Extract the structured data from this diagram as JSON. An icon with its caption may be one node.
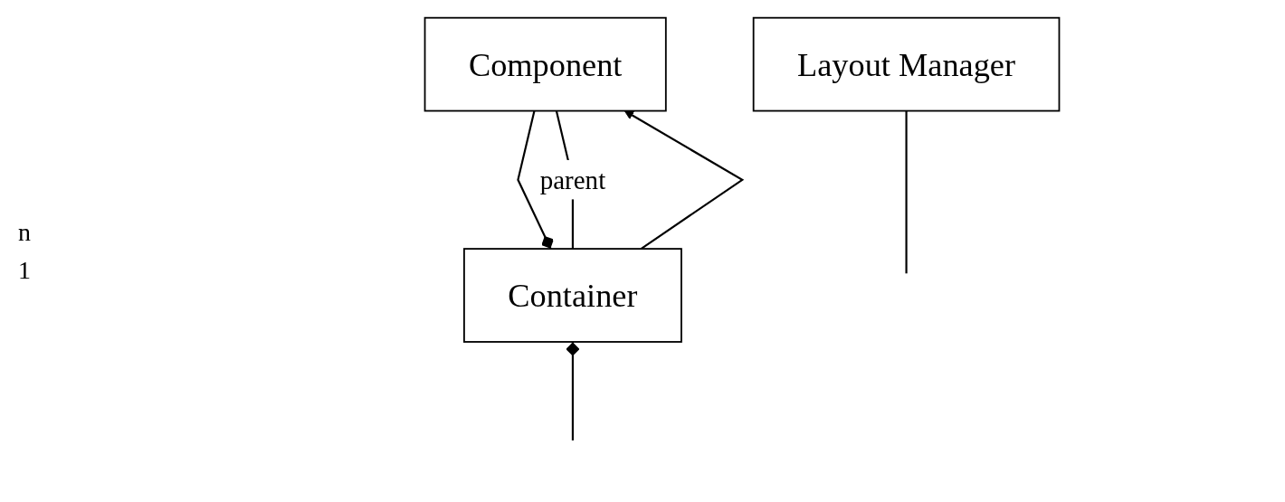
{
  "diagram": {
    "nodes": [
      {
        "text": [
          "Component"
        ]
      },
      {
        "text": [
          "Container"
        ]
      },
      {
        "text": [
          "Layout Manager"
        ]
      }
    ],
    "edges": [
      {
        "from": 0,
        "to": 1,
        "arrow": "other"
      },
      {
        "from": 1,
        "to": 0,
        "arrow": "to"
      },
      {
        "from": 0,
        "to": 1,
        "arrow": "none",
        "label": "parent"
      },
      {
        "from": 1,
        "to": null,
        "arrow": "other"
      },
      {
        "from": 2,
        "to": null,
        "arrow": "none"
      }
    ],
    "labels": [
      "n",
      "1"
    ]
  }
}
